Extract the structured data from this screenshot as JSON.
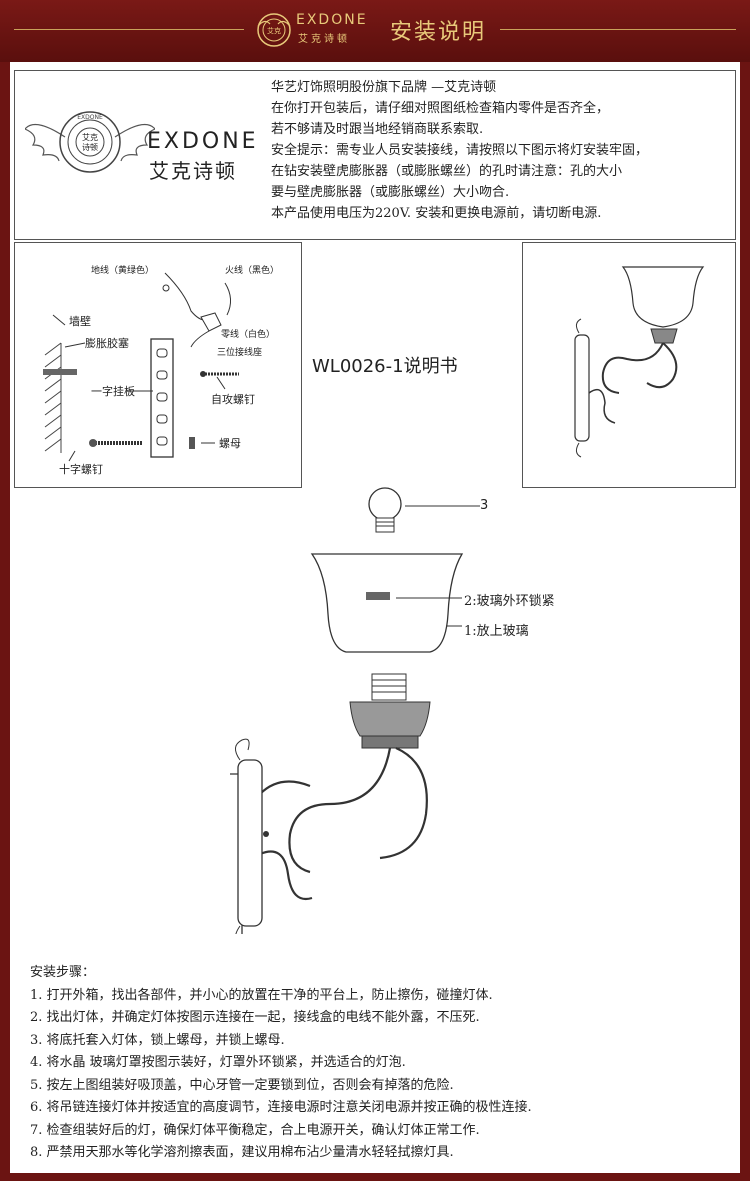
{
  "header": {
    "brand_name": "EXDONE",
    "brand_cn": "艾克诗顿",
    "title": "安装说明",
    "logo_text": "艾克"
  },
  "intro": {
    "logo_ring_text": "EXDONE",
    "logo_center_top": "艾克",
    "logo_center_bottom": "诗顿",
    "logo_name": "EXDONE",
    "logo_name_cn": "艾克诗顿",
    "lines": [
      "华艺灯饰照明股份旗下品牌 —艾克诗顿",
      "在你打开包装后，请仔细对照图纸检查箱内零件是否齐全，",
      "若不够请及时跟当地经销商联系索取.",
      "安全提示：需专业人员安装接线，请按照以下图示将灯安装牢固，",
      "在钻安装壁虎膨胀器（或膨胀螺丝）的孔时请注意：孔的大小",
      "要与壁虎膨胀器（或膨胀螺丝）大小吻合.",
      "本产品使用电压为220V. 安装和更换电源前，请切断电源."
    ]
  },
  "mount_diagram": {
    "ground_wire": "地线（黄绿色）",
    "live_wire": "火线（黑色）",
    "neutral_wire": "零线（白色）",
    "terminal": "三位接线座",
    "wall": "墙壁",
    "expansion_tube": "膨胀胶塞",
    "bracket": "一字挂板",
    "self_tap_screw": "自攻螺钉",
    "nut": "螺母",
    "cross_screw": "十字螺钉"
  },
  "manual_title": "WL0026-1说明书",
  "assembly": {
    "label_3": "3",
    "label_2": "2:玻璃外环锁紧",
    "label_1": "1:放上玻璃"
  },
  "steps": {
    "heading": "安装步骤：",
    "items": [
      "1. 打开外箱，找出各部件，并小心的放置在干净的平台上，防止擦伤，碰撞灯体.",
      "2. 找出灯体，并确定灯体按图示连接在一起，接线盒的电线不能外露，不压死.",
      "3. 将底托套入灯体，锁上螺母，并锁上螺母.",
      "4. 将水晶  玻璃灯罩按图示装好，灯罩外环锁紧，并选适合的灯泡.",
      "5. 按左上图组装好吸顶盖，中心牙管一定要锁到位，否则会有掉落的危险.",
      "6. 将吊链连接灯体并按适宜的高度调节，连接电源时注意关闭电源并按正确的极性连接.",
      "7. 检查组装好后的灯，确保灯体平衡稳定，合上电源开关，确认灯体正常工作.",
      "8. 严禁用天那水等化学溶剂擦表面，建议用棉布沾少量清水轻轻拭擦灯具."
    ]
  }
}
